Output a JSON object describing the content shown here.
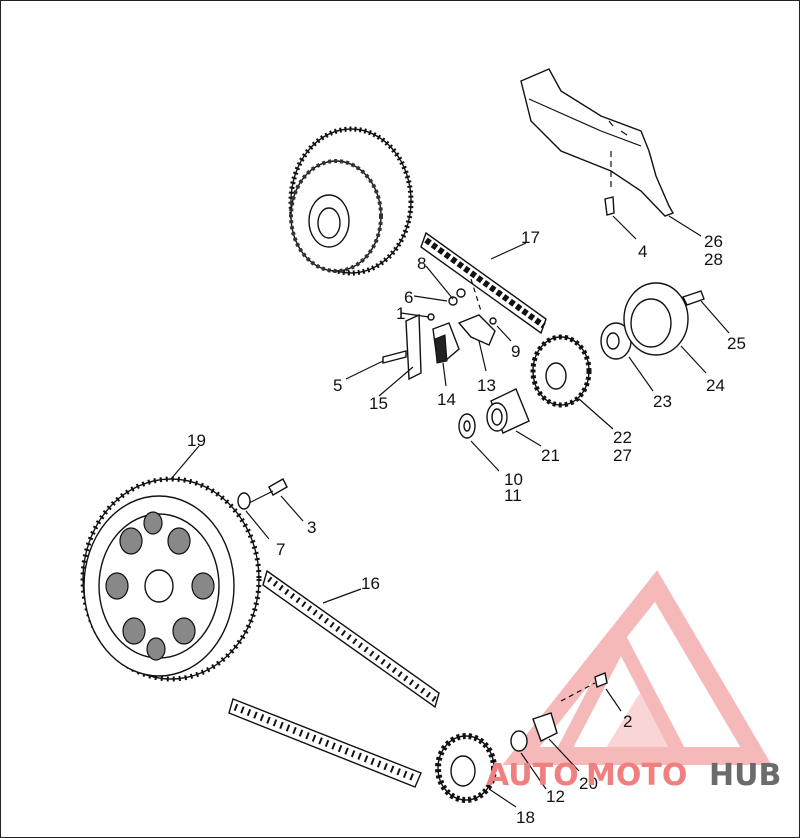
{
  "callouts": [
    {
      "id": "c1",
      "text": "1"
    },
    {
      "id": "c2",
      "text": "2"
    },
    {
      "id": "c3",
      "text": "3"
    },
    {
      "id": "c4",
      "text": "4"
    },
    {
      "id": "c5",
      "text": "5"
    },
    {
      "id": "c6",
      "text": "6"
    },
    {
      "id": "c7",
      "text": "7"
    },
    {
      "id": "c8",
      "text": "8"
    },
    {
      "id": "c9",
      "text": "9"
    },
    {
      "id": "c10",
      "text": "10"
    },
    {
      "id": "c11",
      "text": "11"
    },
    {
      "id": "c12",
      "text": "12"
    },
    {
      "id": "c13",
      "text": "13"
    },
    {
      "id": "c14",
      "text": "14"
    },
    {
      "id": "c15",
      "text": "15"
    },
    {
      "id": "c16",
      "text": "16"
    },
    {
      "id": "c17",
      "text": "17"
    },
    {
      "id": "c18",
      "text": "18"
    },
    {
      "id": "c19",
      "text": "19"
    },
    {
      "id": "c20",
      "text": "20"
    },
    {
      "id": "c21",
      "text": "21"
    },
    {
      "id": "c22",
      "text": "22"
    },
    {
      "id": "c23",
      "text": "23"
    },
    {
      "id": "c24",
      "text": "24"
    },
    {
      "id": "c25",
      "text": "25"
    },
    {
      "id": "c26",
      "text": "26"
    },
    {
      "id": "c27",
      "text": "27"
    },
    {
      "id": "c28",
      "text": "28"
    }
  ],
  "watermark": {
    "text_auto": "AUTO",
    "text_moto": "MOTO",
    "text_hub": "HUB",
    "color_accent": "#f08080",
    "color_hub": "#6b6b6b"
  }
}
